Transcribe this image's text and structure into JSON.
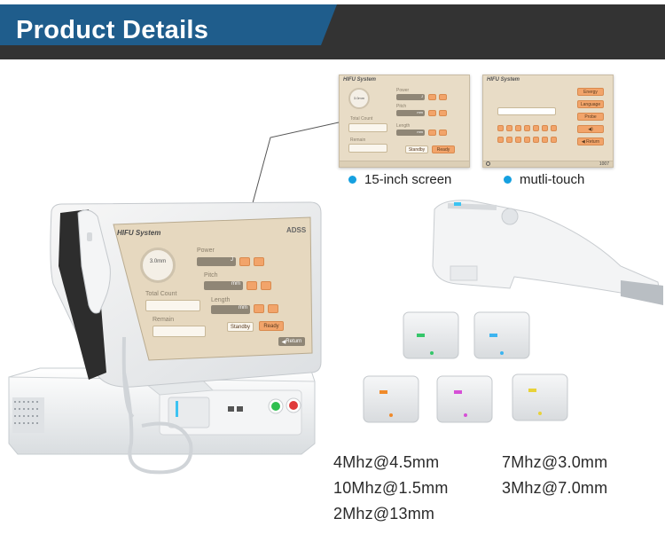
{
  "header": {
    "title": "Product Details"
  },
  "previews": [
    {
      "app_title": "HIFU System",
      "caption": "15-inch screen",
      "readout": "3.0mm",
      "fields": [
        "Power",
        "Pitch",
        "Length"
      ],
      "units": [
        "J",
        "mm",
        "mm"
      ],
      "labels": [
        "Total Count",
        "Remain"
      ],
      "buttons": [
        "Standby",
        "Ready"
      ]
    },
    {
      "app_title": "HIFU System",
      "caption": "mutli-touch",
      "menu": [
        "Energy",
        "Language",
        "Probe",
        "◀)",
        "◀ Return"
      ],
      "footer_value": "1007"
    }
  ],
  "device": {
    "app_title": "HIFU System",
    "brand": "ADSS",
    "readout": "3.0mm",
    "fields": [
      "Power",
      "Pitch",
      "Length"
    ],
    "units": [
      "J",
      "mm",
      "mm"
    ],
    "labels": [
      "Total Count",
      "Remain"
    ],
    "buttons": [
      "Standby",
      "Ready",
      "Return"
    ]
  },
  "cartridge_colors": [
    "#35c66a",
    "#3db4f0",
    "#f08a2a",
    "#d64fd6",
    "#e8d23a"
  ],
  "frequencies": [
    "4Mhz@4.5mm",
    "7Mhz@3.0mm",
    "10Mhz@1.5mm",
    "3Mhz@7.0mm",
    "2Mhz@13mm"
  ]
}
